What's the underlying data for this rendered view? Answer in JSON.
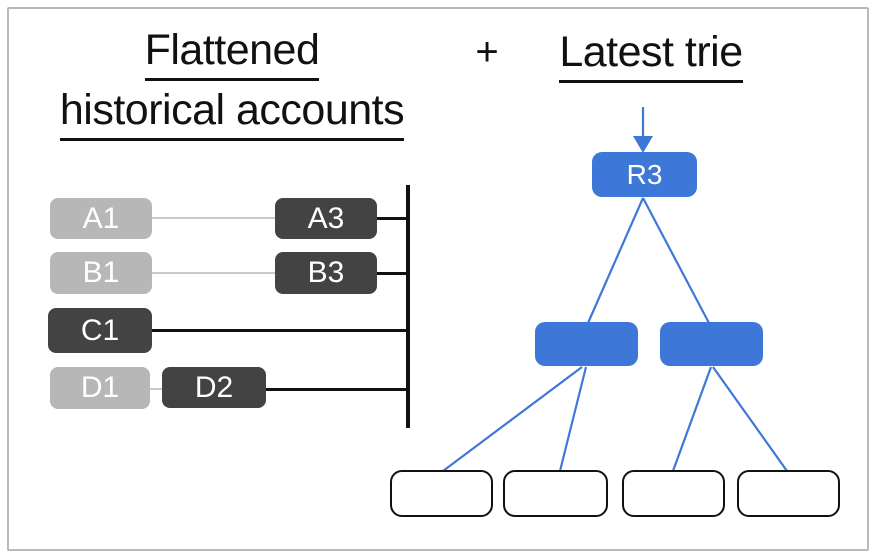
{
  "colors": {
    "blue": "#3d78d8",
    "dark_box": "#434343",
    "light_box": "#b7b7b7",
    "light_line": "#c9c9c9",
    "ink": "#111111",
    "slide_border": "#b9b9b9",
    "box_text": "#ffffff"
  },
  "header": {
    "left_title_line1": "Flattened",
    "left_title_line2": "historical accounts",
    "plus": "+",
    "right_title": "Latest trie"
  },
  "accounts": {
    "a1": "A1",
    "a3": "A3",
    "b1": "B1",
    "b3": "B3",
    "c1": "C1",
    "d1": "D1",
    "d2": "D2"
  },
  "trie": {
    "root": "R3"
  }
}
